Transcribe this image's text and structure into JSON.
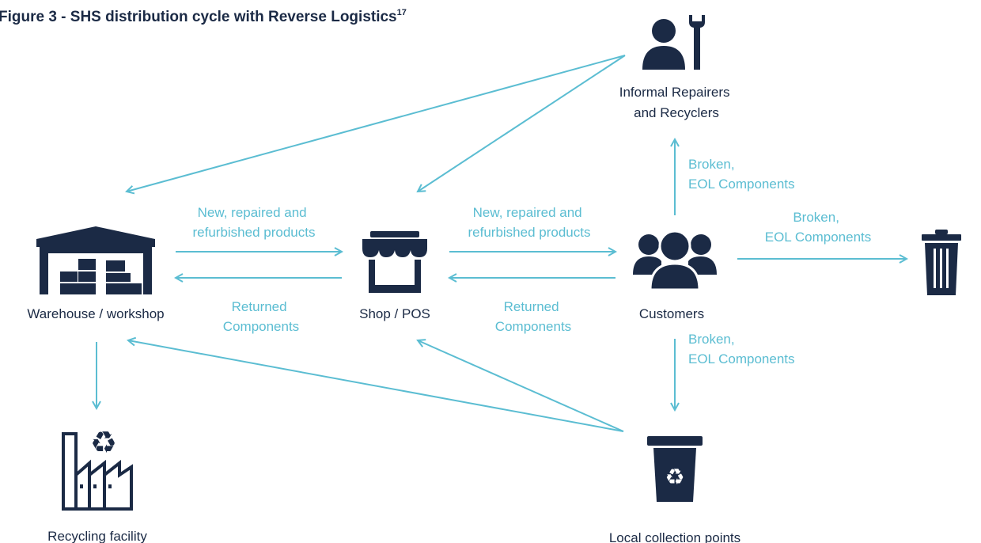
{
  "title": {
    "text": "Figure 3 - SHS distribution cycle with Reverse Logistics",
    "superscript": "17"
  },
  "colors": {
    "icon": "#1b2a45",
    "arrow": "#5bbdd2",
    "flow_text": "#5bbdd2",
    "node_text": "#1b2a45",
    "background": "#ffffff"
  },
  "nodes": {
    "warehouse": {
      "label": "Warehouse / workshop",
      "icon": "warehouse-icon"
    },
    "shop": {
      "label": "Shop / POS",
      "icon": "shop-icon"
    },
    "customers": {
      "label": "Customers",
      "icon": "customers-icon"
    },
    "repairers": {
      "line1": "Informal Repairers",
      "line2": "and Recyclers",
      "icon": "repairer-icon"
    },
    "recycling": {
      "label": "Recycling facility",
      "icon": "recycling-factory-icon"
    },
    "collection": {
      "label": "Local collection points",
      "icon": "collection-bin-icon"
    },
    "disposal": {
      "icon": "trash-can-icon"
    }
  },
  "flows": {
    "new_products_wh_shop": {
      "line1": "New, repaired and",
      "line2": "refurbished products"
    },
    "new_products_shop_cust": {
      "line1": "New, repaired and",
      "line2": "refurbished products"
    },
    "returned_shop_wh": {
      "line1": "Returned",
      "line2": "Components"
    },
    "returned_cust_shop": {
      "line1": "Returned",
      "line2": "Components"
    },
    "broken_to_repairers": {
      "line1": "Broken,",
      "line2": "EOL Components"
    },
    "broken_to_trash": {
      "line1": "Broken,",
      "line2": "EOL Components"
    },
    "broken_to_collection": {
      "line1": "Broken,",
      "line2": "EOL Components"
    }
  }
}
